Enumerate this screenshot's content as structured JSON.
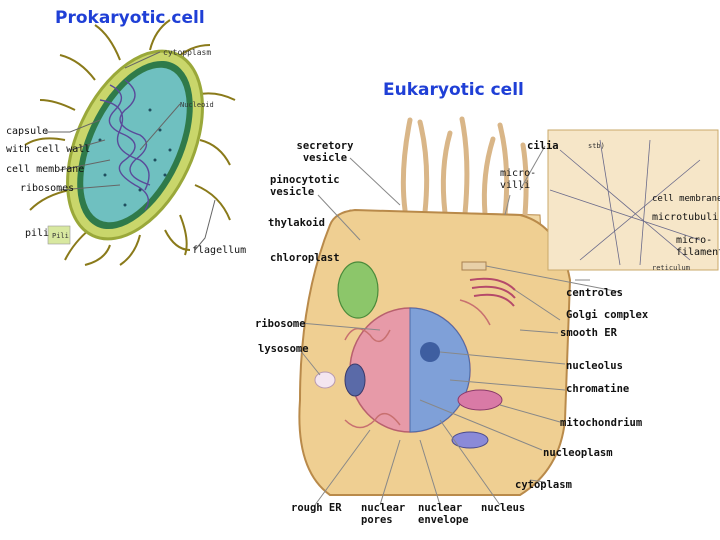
{
  "prokaryote": {
    "title": "Prokaryotic cell",
    "labels": {
      "cytoplasm": "cytopplasm",
      "nucleoid": "Nucleoid",
      "capsule": "capsule",
      "cell_wall": "with cell wall",
      "cell_membrane": "cell membrane",
      "ribosomes": "ribosomes",
      "pili": "pili",
      "pili_small": "Pili",
      "flagellum": "flagellum"
    }
  },
  "eukaryote": {
    "title": "Eukaryotic cell",
    "labels": {
      "secretory_vesicle": "secretory vesicle",
      "cilia": "cilia",
      "pinocytotic_vesicle": "pinocytotic vesicle",
      "micro_villi": "micro-villi",
      "cell_membrane": "cell membrane",
      "microtubuli": "microtubuli",
      "thylakoid": "thylakoid",
      "micro_filaments": "micro-filaments",
      "chloroplast": "chloroplast",
      "centroles": "centroles",
      "ribosome": "ribosome",
      "golgi_complex": "Golgi complex",
      "smooth_er": "smooth ER",
      "lysosome": "lysosome",
      "nucleolus": "nucleolus",
      "chromatine": "chromatine",
      "mitochondrium": "mitochondrium",
      "nucleoplasm": "nucleoplasm",
      "cytoplasm": "cytoplasm",
      "rough_er": "rough ER",
      "nuclear_pores": "nuclear pores",
      "nuclear_envelope": "nuclear envelope",
      "nucleus": "nucleus",
      "inset_top": "stb)",
      "inset_bottom": "reticulum"
    }
  },
  "colors": {
    "title": "#1f3fd6",
    "capsule": "#c9d66b",
    "wall": "#2f7a4a",
    "bacterium_inside": "#6fc0c0",
    "flagella": "#8a7a1a",
    "cell_body": "#efcf92",
    "cell_edge": "#b98a4a",
    "nucleus": "#7fa0d8",
    "nucleus_pink": "#e79aa8"
  }
}
